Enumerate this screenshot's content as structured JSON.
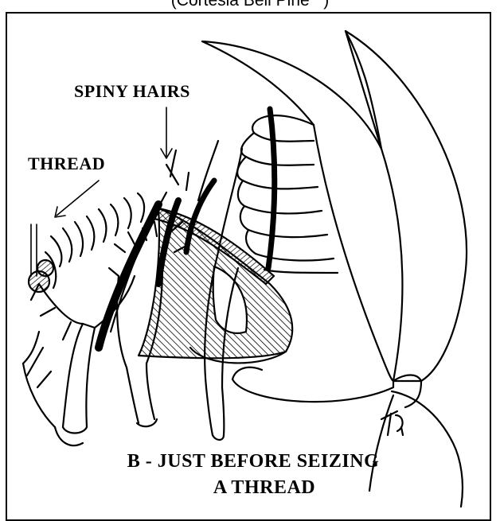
{
  "credit": "(Cortesia Bell Pine   )",
  "labels": {
    "spiny_hairs": "SPINY HAIRS",
    "thread": "THREAD"
  },
  "caption": {
    "line1": "B - JUST BEFORE SEIZING",
    "line2": "A THREAD"
  }
}
